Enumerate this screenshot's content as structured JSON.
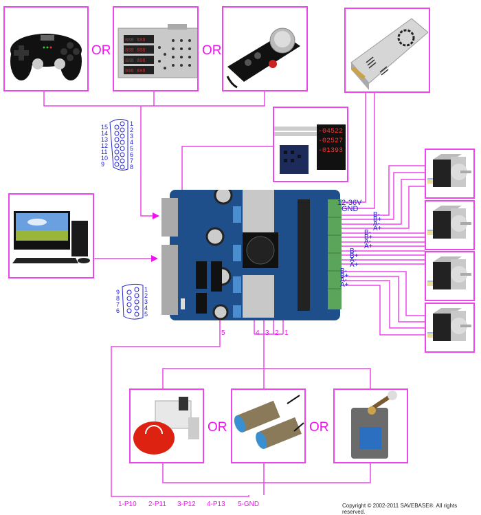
{
  "title": "3-axis stepper motor driver board wiring diagram",
  "colors": {
    "wire": "#ee44ee",
    "label_blue": "#2222cc",
    "or_magenta": "#ee11ee",
    "board_blue": "#1f4f8a",
    "terminal_green": "#5aa55a"
  },
  "input_devices": [
    {
      "name": "Gamepad controller"
    },
    {
      "name": "Handheld keypad controller with display"
    },
    {
      "name": "MPG handwheel pendant"
    }
  ],
  "or_label": "OR",
  "power_supply": {
    "name": "Switching power supply",
    "voltage_label": "12-36V",
    "gnd_label": "GND"
  },
  "display_module": {
    "name": "External LED display module",
    "readouts": [
      "-04522",
      "-02527",
      "-01393"
    ]
  },
  "computer": {
    "name": "Desktop PC"
  },
  "db15_connector": {
    "pins_left": [
      "15",
      "14",
      "13",
      "12",
      "11",
      "10",
      "9"
    ],
    "pins_right": [
      "1",
      "2",
      "3",
      "4",
      "5",
      "6",
      "7",
      "8"
    ]
  },
  "db9_connector": {
    "pins_left": [
      "9",
      "8",
      "7",
      "6"
    ],
    "pins_right": [
      "1",
      "2",
      "3",
      "4",
      "5"
    ]
  },
  "motor_labels": [
    "B-",
    "B+",
    "A-",
    "A+"
  ],
  "motors": [
    {
      "name": "Stepper motor 1"
    },
    {
      "name": "Stepper motor 2"
    },
    {
      "name": "Stepper motor 3"
    },
    {
      "name": "Stepper motor 4"
    }
  ],
  "limit_wire_numbers": [
    "5",
    "4",
    "3",
    "2",
    "1"
  ],
  "limit_devices": [
    {
      "name": "Emergency stop button"
    },
    {
      "name": "Inductive proximity sensor"
    },
    {
      "name": "Limit switch"
    }
  ],
  "pin_legend": [
    "1-P10",
    "2-P11",
    "3-P12",
    "4-P13",
    "5-GND"
  ],
  "copyright": "Copyright © 2002-2011 SAVEBASE®. All rights reserved."
}
